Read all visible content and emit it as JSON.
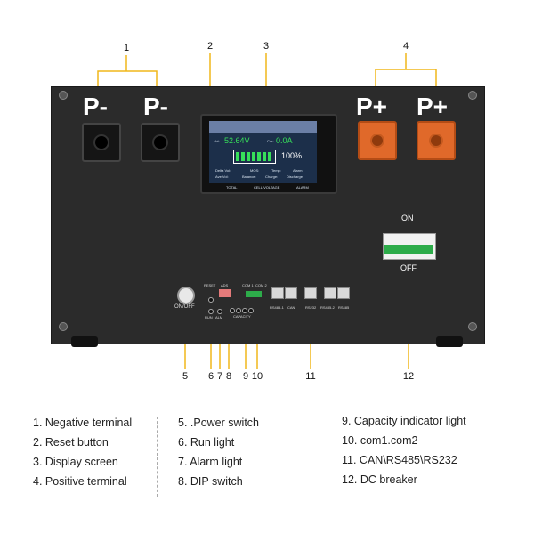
{
  "callouts": [
    "1",
    "2",
    "3",
    "4",
    "5",
    "6",
    "7",
    "8",
    "9",
    "10",
    "11",
    "12"
  ],
  "terminals": {
    "negative": "P-",
    "positive": "P+"
  },
  "screen": {
    "vol_label": "Vol:",
    "vol_value": "52.64V",
    "cur_label": "Cur:",
    "cur_value": "0.0A",
    "soc": "100%",
    "row1": [
      "Delta Vol:",
      "MOS:",
      "Temp:",
      "Alarm:"
    ],
    "row2": [
      "Ave Vol:",
      "Balance:",
      "Charge:",
      "Discharge:"
    ],
    "tabs": [
      "TOTAL",
      "CELL/VOLTAGE",
      "ALARM"
    ]
  },
  "breaker": {
    "on": "ON",
    "off": "OFF"
  },
  "controls": {
    "power": "ON/OFF",
    "reset": "RESET",
    "ads": "ADS",
    "run": "RUN",
    "alm": "ALM",
    "capacity": "CAPACITY",
    "com1": "COM 1",
    "com2": "COM 2",
    "ports": [
      "RS485-1",
      "CAN",
      "RS232",
      "RS485-2",
      "RS485"
    ]
  },
  "legend": {
    "col1": [
      "1. Negative terminal",
      "2. Reset button",
      "3. Display screen",
      "4. Positive terminal"
    ],
    "col2": [
      "5. .Power switch",
      "6. Run light",
      "7. Alarm light",
      "8. DIP switch"
    ],
    "col3": [
      "9.  Capacity indicator light",
      "10. com1.com2",
      "11. CAN\\RS485\\RS232",
      "12. DC breaker"
    ]
  },
  "colors": {
    "accent": "#f0b71a",
    "positive": "#e0692a",
    "breaker": "#2dac4a"
  }
}
